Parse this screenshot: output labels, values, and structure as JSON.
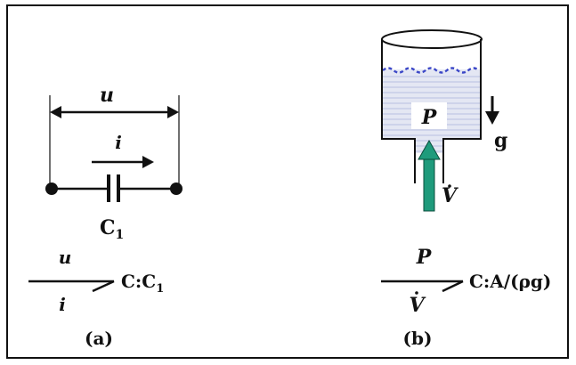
{
  "colors": {
    "ink": "#111111",
    "water_fill": "#e4e7f3",
    "water_line": "#b7bfe0",
    "surface": "#3b47c7",
    "arrow_teal": "#1f9b7c",
    "arrow_outline": "#0b4d3c"
  },
  "panel_a": {
    "voltage_label": "u",
    "current_label": "i",
    "capacitor_label": "C",
    "capacitor_subscript": "1",
    "bond_effort": "u",
    "bond_flow": "i",
    "element": "C:C",
    "element_subscript": "1",
    "caption": "(a)"
  },
  "panel_b": {
    "pressure_label": "P",
    "gravity_label": "g",
    "flow_label": "V",
    "bond_effort": "P",
    "bond_flow": "V",
    "element": "C:A/(ρg)",
    "caption": "(b)"
  }
}
